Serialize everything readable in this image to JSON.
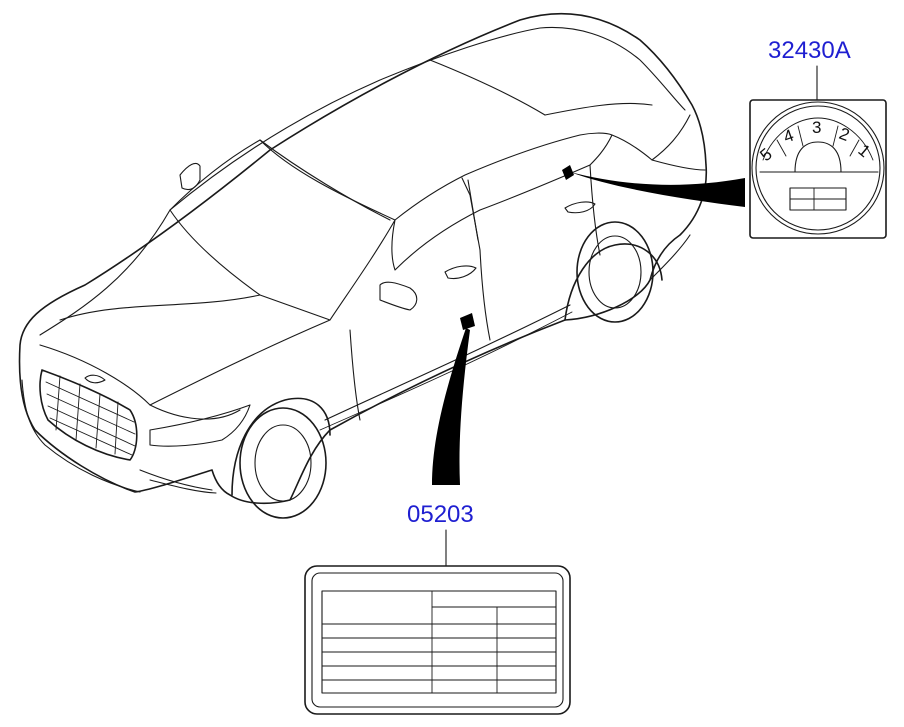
{
  "diagram": {
    "callouts": [
      {
        "id": "fuel-door-label",
        "part_number": "32430A"
      },
      {
        "id": "tire-pressure-label",
        "part_number": "05203"
      }
    ],
    "fuel_label_numbers": [
      "5",
      "4",
      "3",
      "2",
      "1"
    ]
  }
}
